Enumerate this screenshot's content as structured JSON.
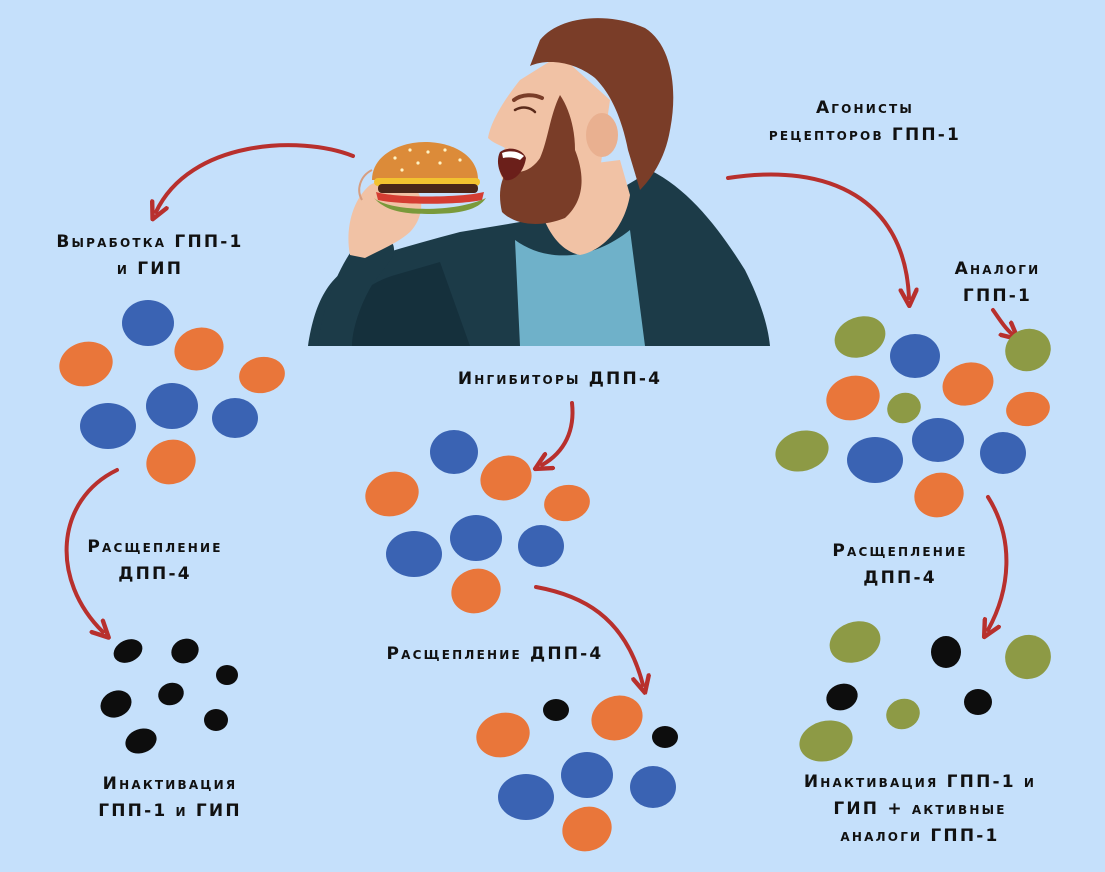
{
  "labels": {
    "left_top": [
      "Выработка ГПП-1",
      "и ГИП"
    ],
    "left_mid": [
      "Расщепление",
      "ДПП-4"
    ],
    "left_bottom": [
      "Инактивация",
      "ГПП-1 и ГИП"
    ],
    "center_top": "Ингибиторы ДПП-4",
    "center_mid": "Расщепление ДПП-4",
    "right_top": [
      "Агонисты",
      "рецепторов ГПП-1"
    ],
    "right_analogs": [
      "Аналоги",
      "ГПП-1"
    ],
    "right_mid": [
      "Расщепление",
      "ДПП-4"
    ],
    "right_bottom": [
      "Инактивация ГПП-1 и",
      "ГИП + активные",
      "аналоги ГПП-1"
    ]
  },
  "colors": {
    "background": "#c5e0fb",
    "glp1_blue": "#3a63b3",
    "gip_orange": "#e9763a",
    "analog_green": "#8d9a45",
    "inactive_black": "#0d0d0d",
    "arrow_red": "#b8302d"
  },
  "illustration": "man-eating-burger-icon"
}
